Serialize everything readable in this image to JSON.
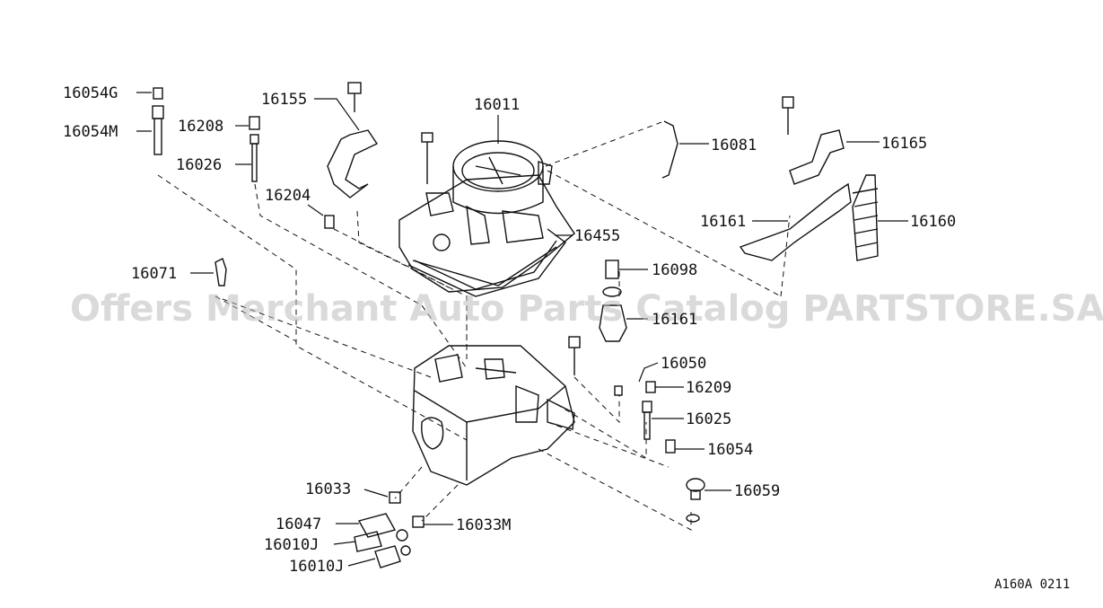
{
  "diagram": {
    "watermark": "Offers Merchant Auto Parts Catalog PARTSTORE.SA",
    "drawing_code": "A160A 0211",
    "labels": {
      "p16054G": "16054G",
      "p16054M": "16054M",
      "p16155": "16155",
      "p16208": "16208",
      "p16026": "16026",
      "p16204": "16204",
      "p16011": "16011",
      "p16081": "16081",
      "p16165": "16165",
      "p16161a": "16161",
      "p16160": "16160",
      "p16455": "16455",
      "p16098": "16098",
      "p16161b": "16161",
      "p16071": "16071",
      "p16050": "16050",
      "p16209": "16209",
      "p16025": "16025",
      "p16054": "16054",
      "p16059": "16059",
      "p16033": "16033",
      "p16047": "16047",
      "p16033M": "16033M",
      "p16010J_a": "16010J",
      "p16010J_b": "16010J"
    }
  }
}
